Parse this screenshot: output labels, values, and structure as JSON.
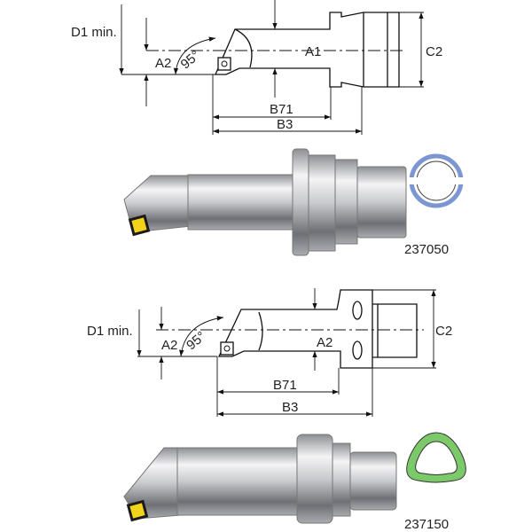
{
  "drawing_top": {
    "labels": {
      "d1": "D1 min.",
      "a2": "A2",
      "angle": "95°",
      "a1": "A1",
      "c2": "C2",
      "b71": "B71",
      "b3": "B3"
    },
    "article_number": "237050",
    "profile_color": "#7b96d3"
  },
  "drawing_bottom": {
    "labels": {
      "d1": "D1 min.",
      "a2_left": "A2",
      "angle": "95°",
      "a2_right": "A2",
      "c2": "C2",
      "b71": "B71",
      "b3": "B3"
    },
    "article_number": "237150",
    "profile_color": "#7cc96a"
  },
  "insert_color": "#f3d21a"
}
